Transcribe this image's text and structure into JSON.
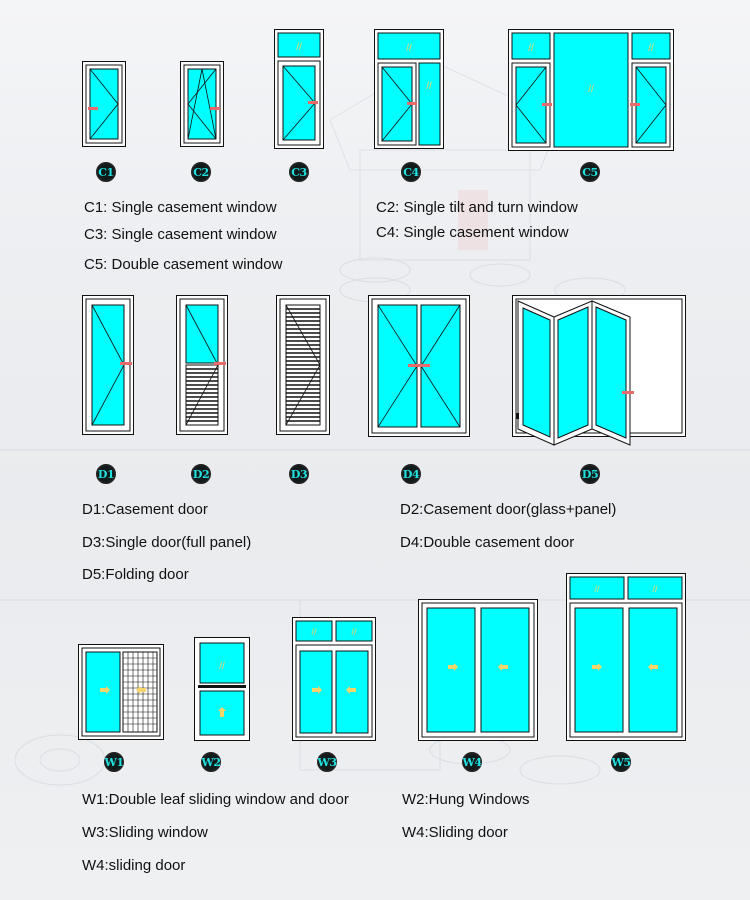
{
  "sections": {
    "casement_windows": {
      "badges": [
        "C1",
        "C2",
        "C3",
        "C4",
        "C5"
      ],
      "captions": [
        "C1: Single casement window",
        "C2: Single tilt and turn window",
        "C3: Single casement window",
        "C4: Single casement window",
        "C5: Double casement window"
      ]
    },
    "doors": {
      "badges": [
        "D1",
        "D2",
        "D3",
        "D4",
        "D5"
      ],
      "captions": [
        "D1:Casement door",
        "D2:Casement door(glass+panel)",
        "D3:Single door(full panel)",
        "D4:Double casement door",
        "D5:Folding door"
      ]
    },
    "sliding": {
      "badges": [
        "W1",
        "W2",
        "W3",
        "W4",
        "W5"
      ],
      "captions": [
        "W1:Double leaf sliding window and door",
        "W2:Hung Windows",
        "W3:Sliding window",
        "W4:Sliding door",
        "W4:sliding door"
      ]
    }
  },
  "colors": {
    "glass": "#00ffff",
    "frame": "#111111",
    "handle": "#e86a6a",
    "arrow": "#f6d66a",
    "badge_text": "#23e0e0"
  }
}
